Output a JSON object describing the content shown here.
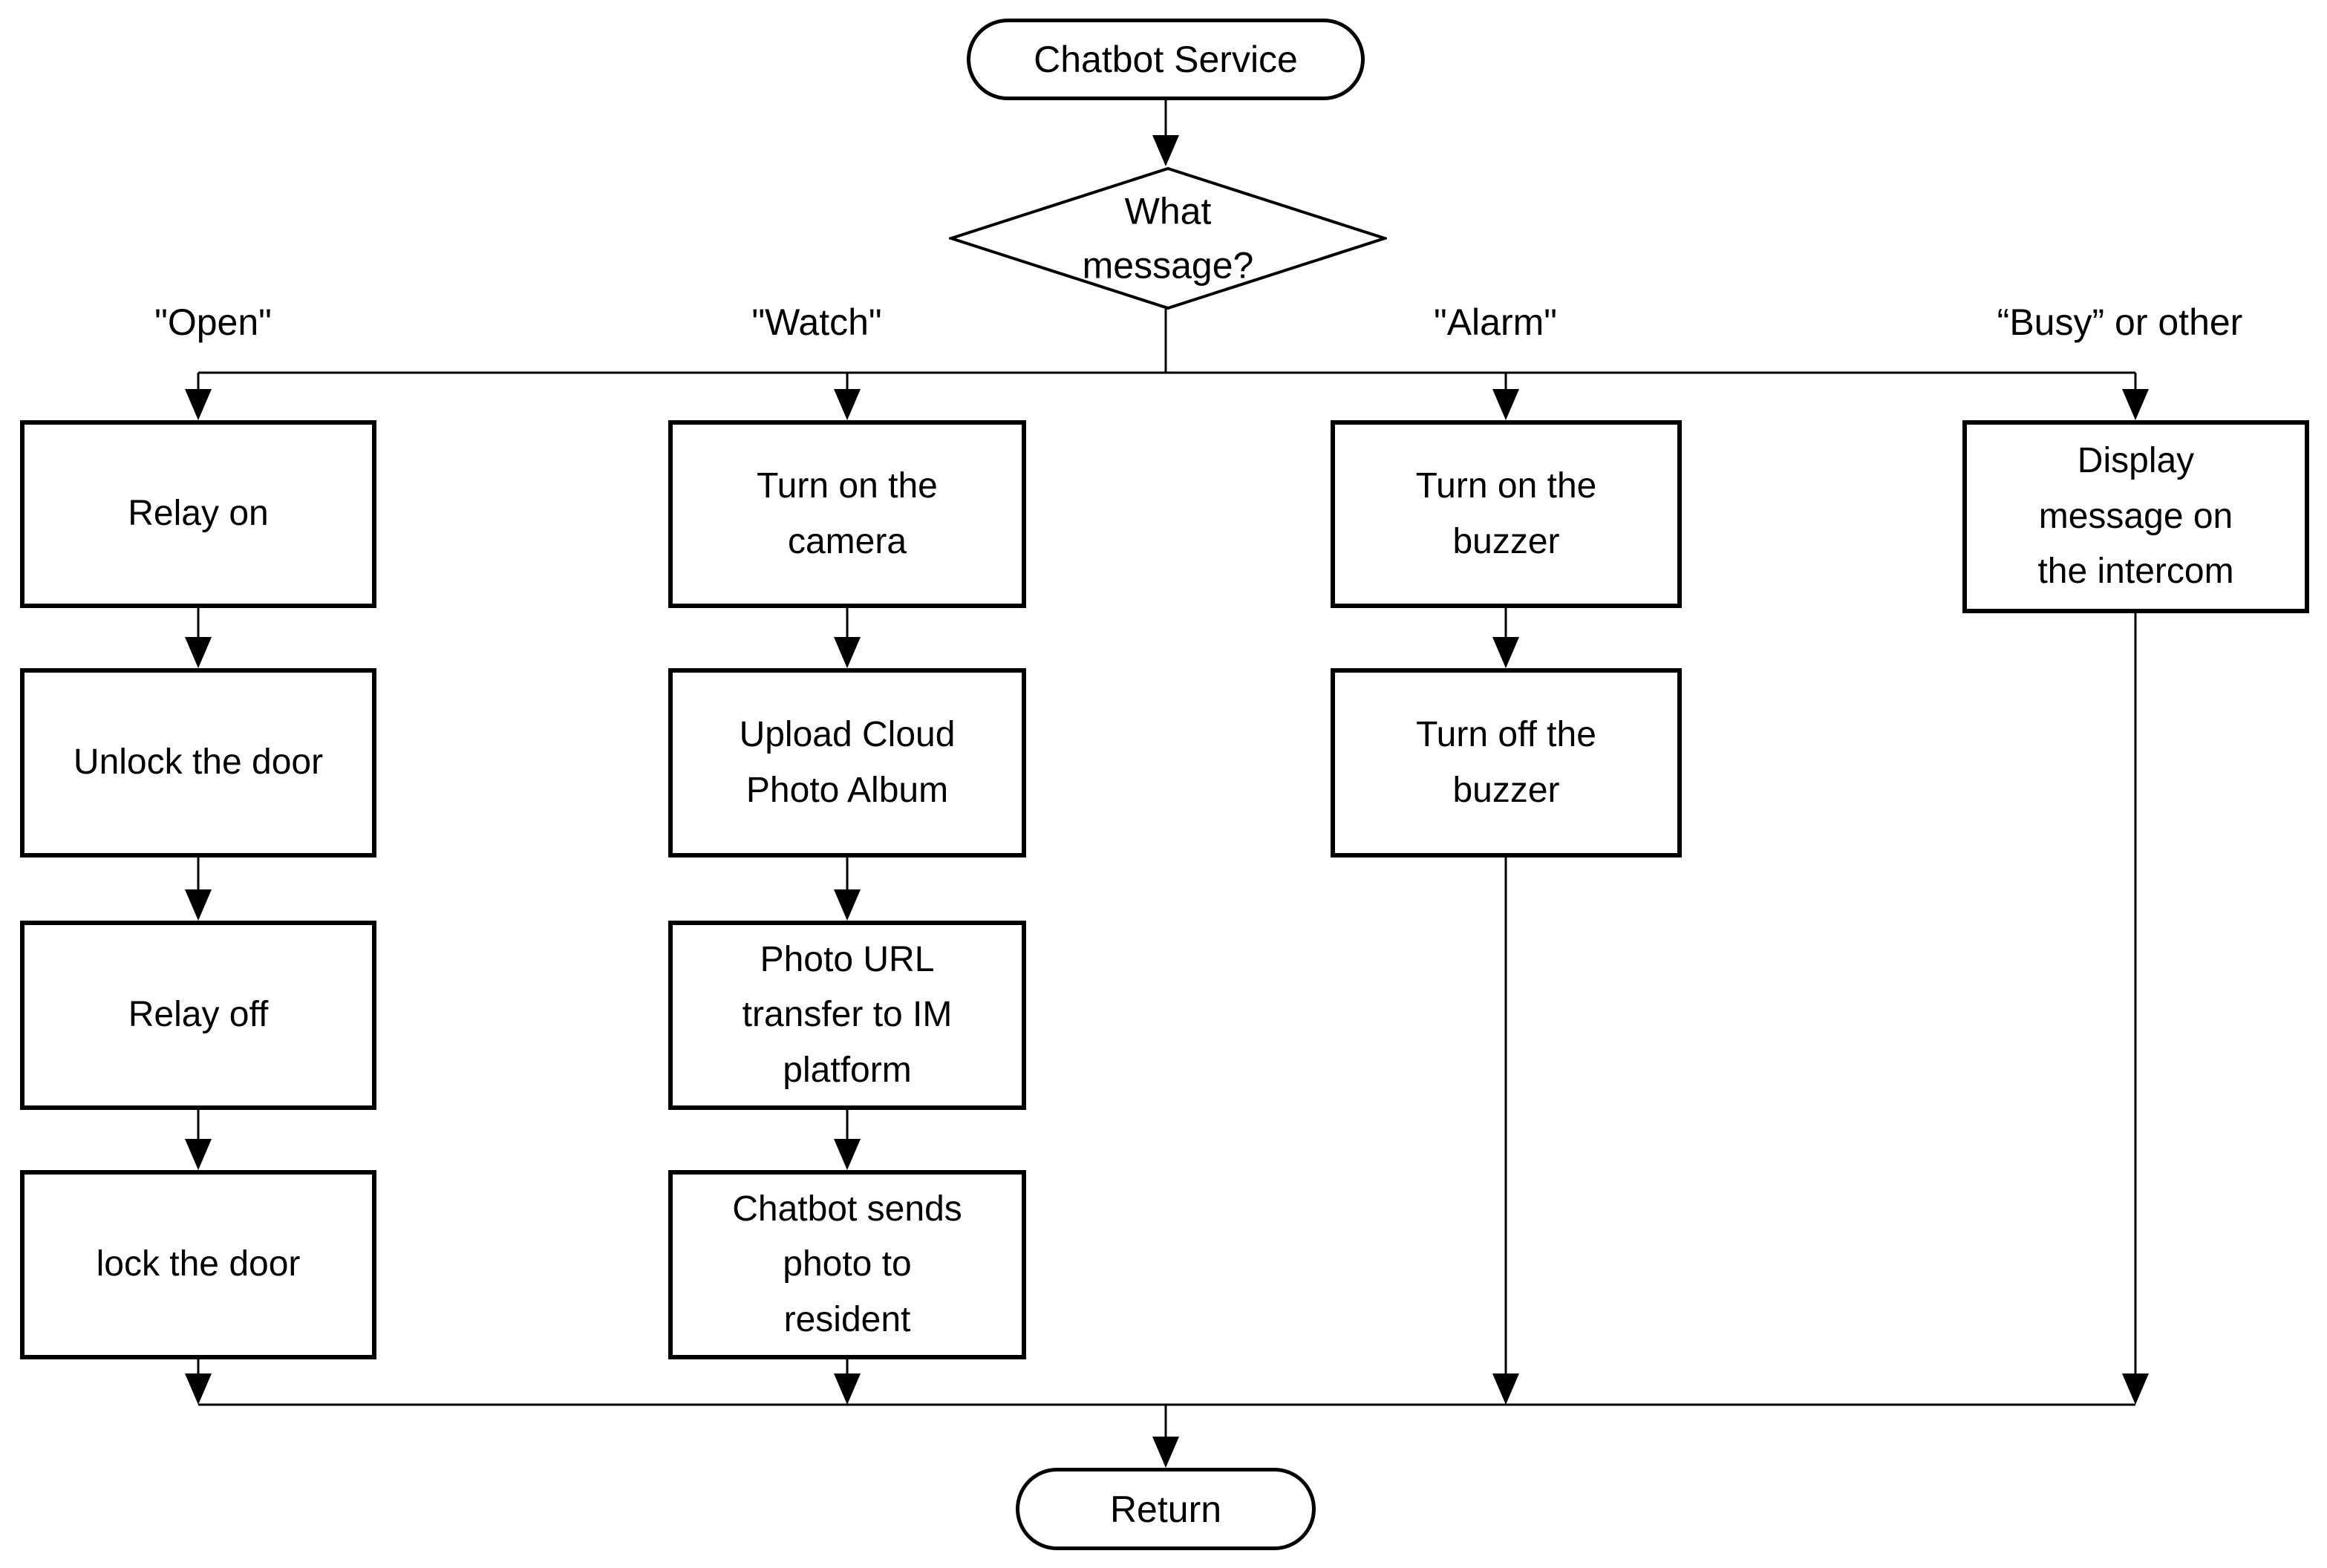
{
  "diagram": {
    "title": "Chatbot Service flowchart",
    "colors": {
      "stroke": "#000000",
      "background": "#ffffff",
      "text": "#000000"
    },
    "start": {
      "label": "Chatbot Service"
    },
    "decision": {
      "label": "What message?"
    },
    "end": {
      "label": "Return"
    },
    "branches": [
      {
        "condition": "\"Open\"",
        "steps": [
          "Relay on",
          "Unlock the door",
          "Relay off",
          "lock the door"
        ]
      },
      {
        "condition": "\"Watch\"",
        "steps": [
          "Turn on the camera",
          "Upload Cloud Photo Album",
          "Photo URL transfer to IM platform",
          "Chatbot sends photo to resident"
        ]
      },
      {
        "condition": "\"Alarm\"",
        "steps": [
          "Turn on the buzzer",
          "Turn off the buzzer"
        ]
      },
      {
        "condition": "“Busy” or other",
        "steps": [
          "Display message on the intercom"
        ]
      }
    ]
  }
}
